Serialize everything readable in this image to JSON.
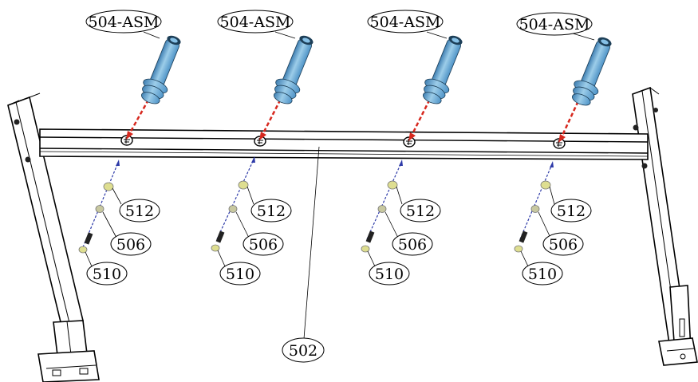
{
  "diagram": {
    "handle_label": "504-ASM",
    "main_bar_label": "502",
    "hardware_labels": {
      "washer_top": "512",
      "washer_mid": "506",
      "bolt": "510"
    }
  },
  "colors": {
    "handle_fill": "#86c0e6",
    "handle_shade": "#4e93c7",
    "handle_dark": "#1d3f58",
    "arrow_red": "#d7281e",
    "arrow_blue": "#2d3aa8",
    "hardware_yellow": "#dede90",
    "frame_stroke": "#000000"
  },
  "icons": {
    "handle": "grip-handle-icon",
    "washer": "washer-icon",
    "bolt": "bolt-icon",
    "bar_hole": "bolt-hole-icon"
  }
}
